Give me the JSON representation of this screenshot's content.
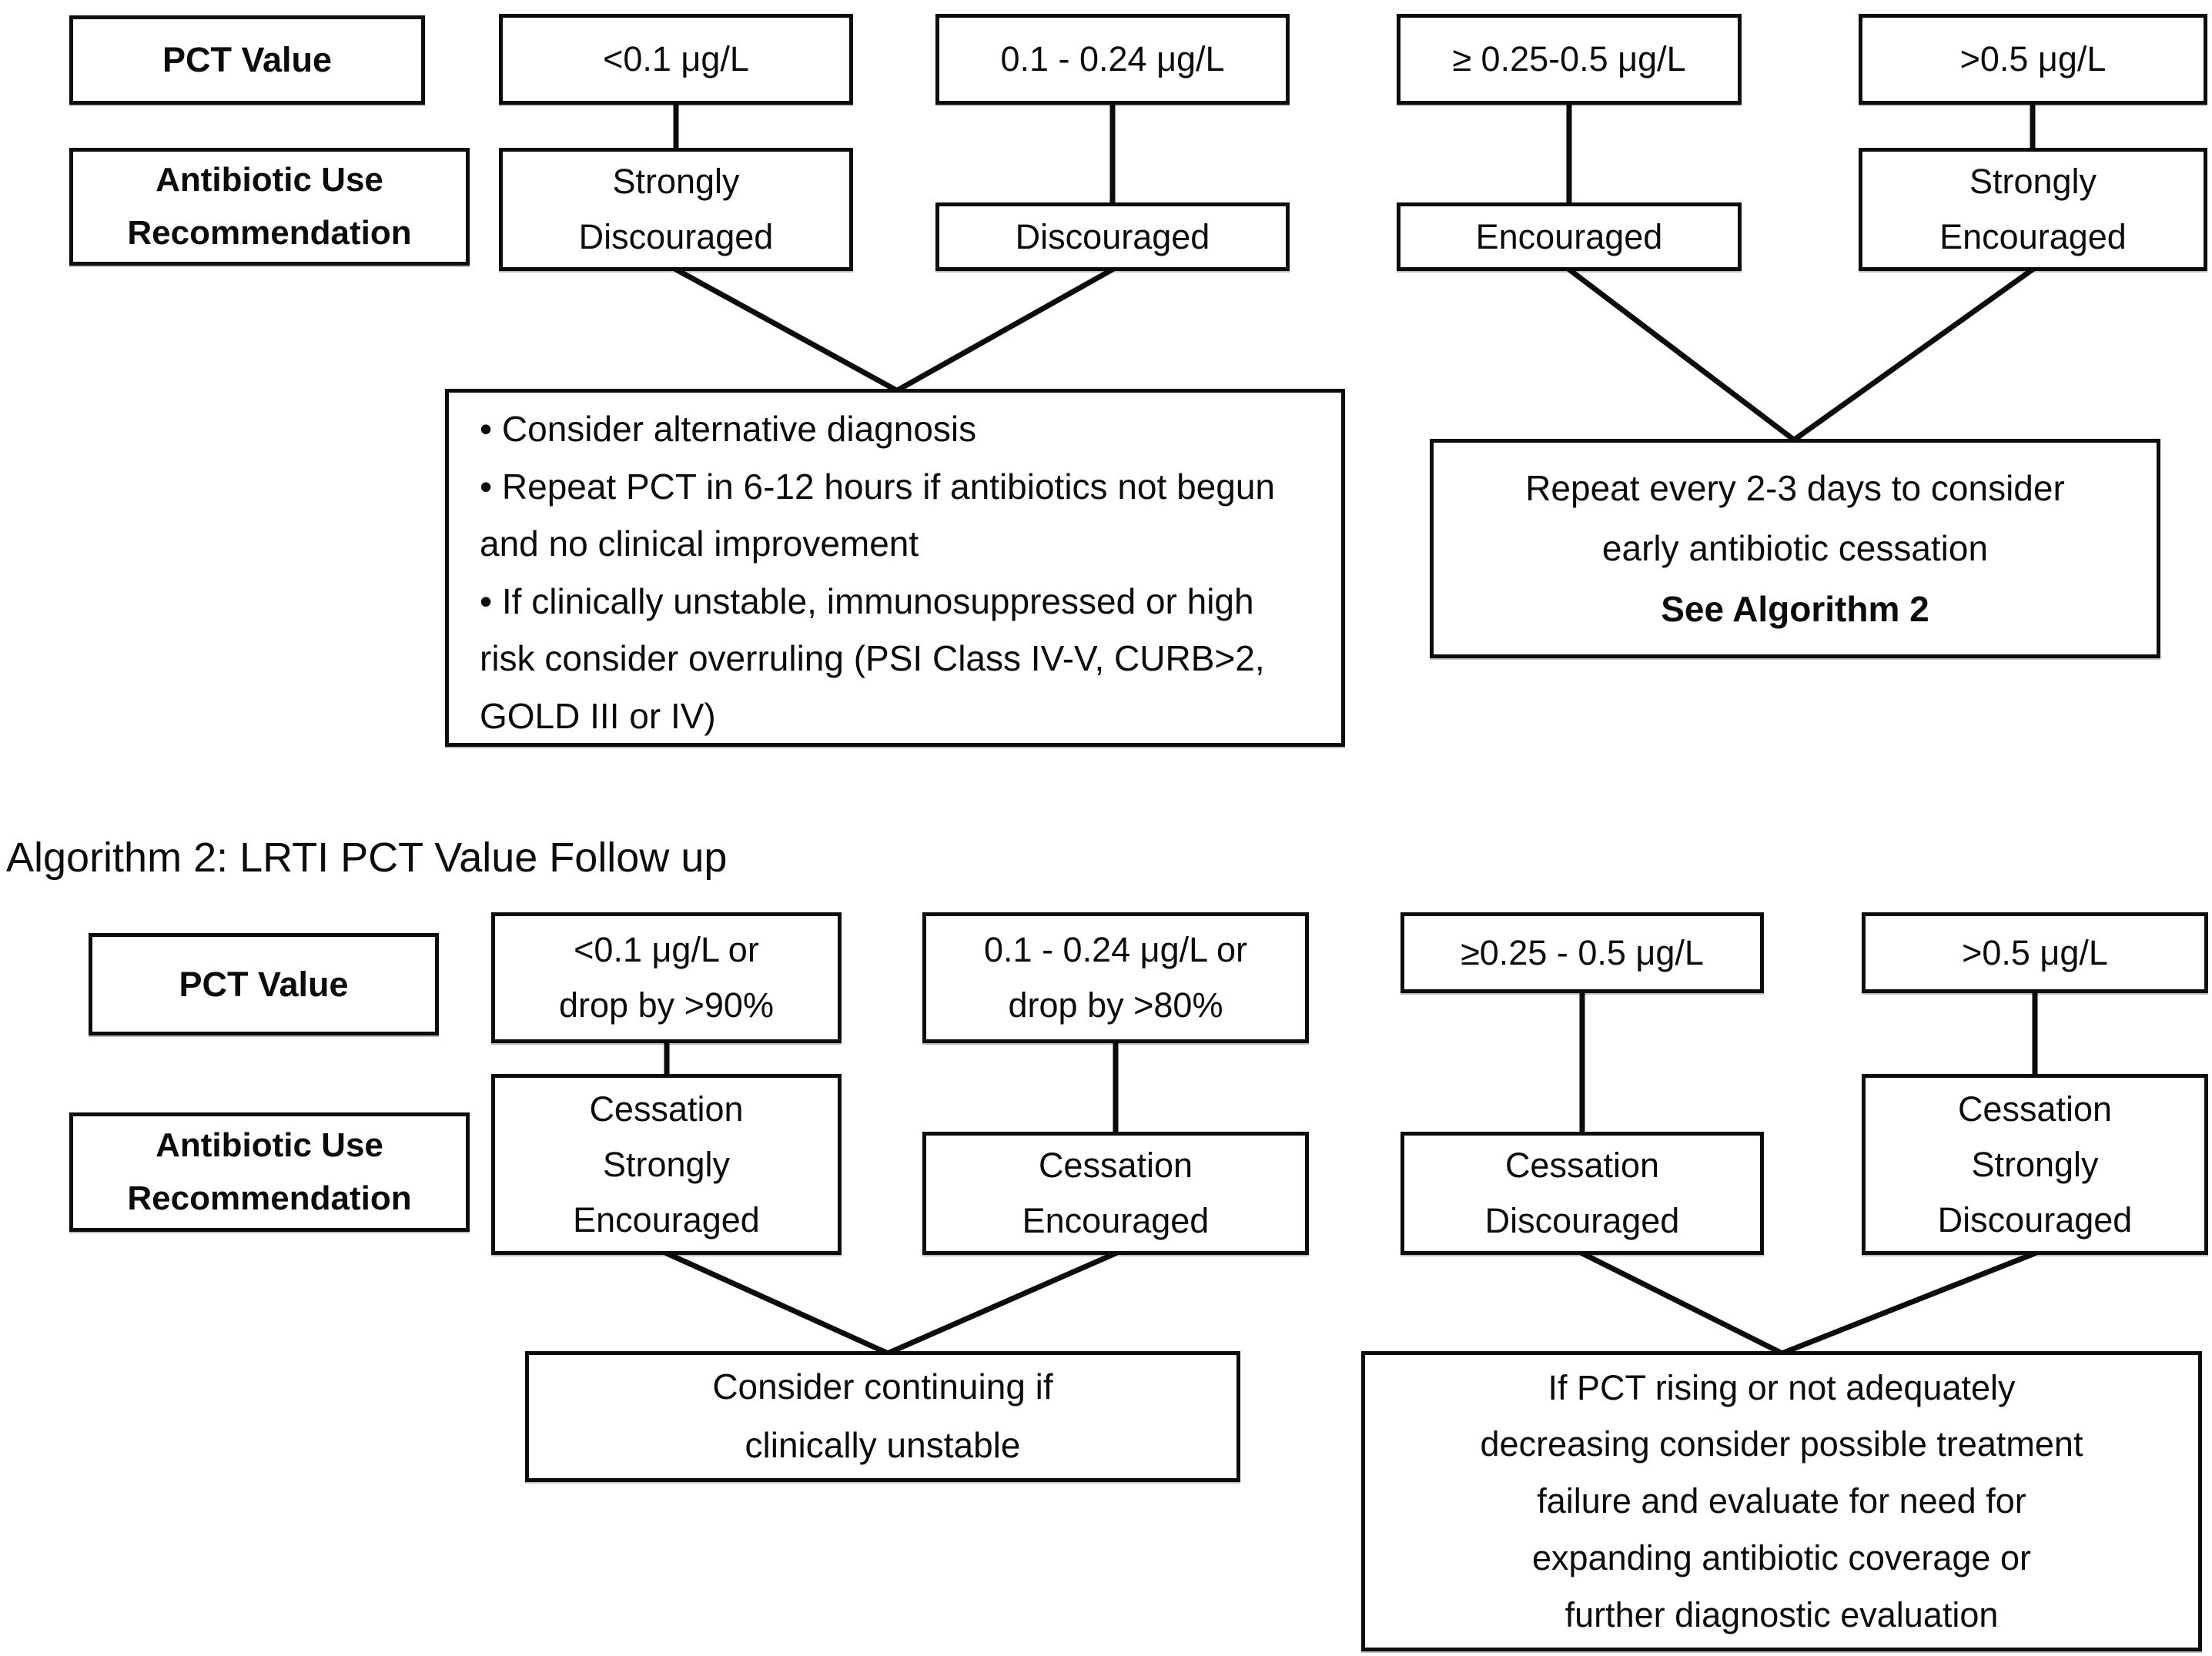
{
  "colors": {
    "ink": "#0c0c0c",
    "background": "#ffffff"
  },
  "algorithm1": {
    "pct_label": "PCT Value",
    "recommendation_label": "Antibiotic Use Recommendation",
    "columns": [
      {
        "pct": "<0.1 μg/L",
        "rec_lines": [
          "Strongly",
          "Discouraged"
        ]
      },
      {
        "pct": "0.1 - 0.24 μg/L",
        "rec_lines": [
          "Discouraged"
        ]
      },
      {
        "pct": "≥ 0.25-0.5 μg/L",
        "rec_lines": [
          "Encouraged"
        ]
      },
      {
        "pct": ">0.5 μg/L",
        "rec_lines": [
          "Strongly",
          "Encouraged"
        ]
      }
    ],
    "low_pct_note": {
      "bullets": [
        "• Consider alternative diagnosis",
        "• Repeat PCT in 6-12 hours if antibiotics not begun and no clinical improvement",
        "• If clinically unstable, immunosuppressed or high risk consider overruling (PSI Class IV-V, CURB>2, GOLD III or IV)"
      ]
    },
    "high_pct_note": {
      "lines": [
        "Repeat every 2-3 days to consider",
        "early antibiotic cessation"
      ],
      "see": "See Algorithm 2"
    }
  },
  "algorithm2": {
    "title": "Algorithm 2: LRTI PCT Value Follow up",
    "pct_label": "PCT Value",
    "recommendation_label": "Antibiotic Use Recommendation",
    "columns": [
      {
        "pct_lines": [
          "<0.1 μg/L or",
          "drop by >90%"
        ],
        "rec_lines": [
          "Cessation",
          "Strongly",
          "Encouraged"
        ]
      },
      {
        "pct_lines": [
          "0.1 - 0.24 μg/L or",
          "drop by >80%"
        ],
        "rec_lines": [
          "Cessation",
          "Encouraged"
        ]
      },
      {
        "pct_lines": [
          "≥0.25 - 0.5 μg/L"
        ],
        "rec_lines": [
          "Cessation",
          "Discouraged"
        ]
      },
      {
        "pct_lines": [
          ">0.5 μg/L"
        ],
        "rec_lines": [
          "Cessation",
          "Strongly",
          "Discouraged"
        ]
      }
    ],
    "low_pct_note": {
      "lines": [
        "Consider continuing if",
        "clinically unstable"
      ]
    },
    "high_pct_note": {
      "lines": [
        "If PCT rising or not adequately",
        "decreasing consider possible treatment",
        "failure and evaluate for need for",
        "expanding antibiotic coverage or",
        "further diagnostic evaluation"
      ]
    }
  }
}
